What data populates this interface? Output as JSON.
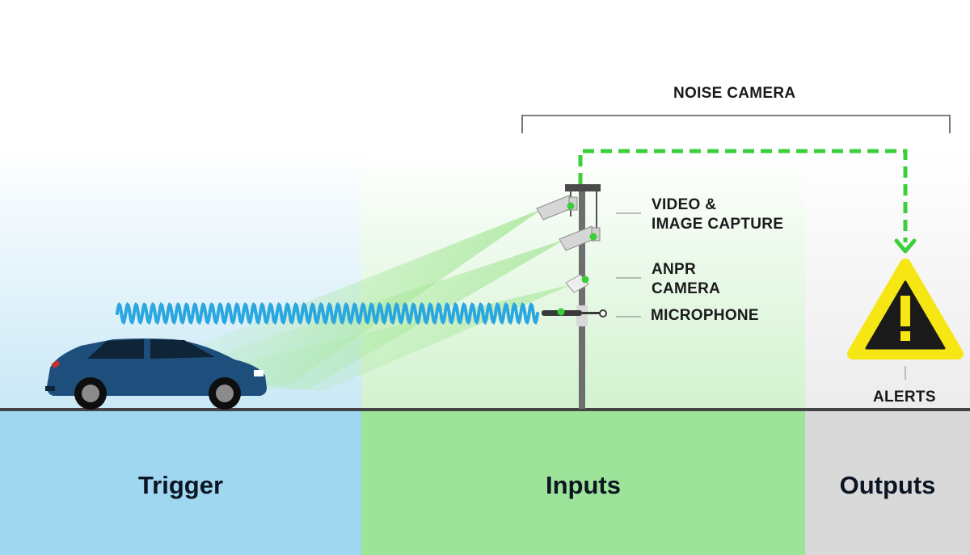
{
  "bracket_title": "NOISE CAMERA",
  "components": {
    "video_line1": "VIDEO &",
    "video_line2": "IMAGE CAPTURE",
    "anpr_line1": "ANPR",
    "anpr_line2": "CAMERA",
    "microphone": "MICROPHONE"
  },
  "alerts_label": "ALERTS",
  "sections": {
    "trigger": "Trigger",
    "inputs": "Inputs",
    "outputs": "Outputs"
  },
  "colors": {
    "trigger_band": "#9fd6f0",
    "inputs_band": "#9de39a",
    "outputs_band": "#d9d9d9",
    "accent_green": "#3ccf3c",
    "sound_wave": "#2aa7e0",
    "car_body": "#1e4f7c",
    "warning_yellow": "#f5e614"
  },
  "icons": [
    "car-icon",
    "sound-wave-icon",
    "camera-icon",
    "microphone-icon",
    "warning-icon",
    "arrow-down-icon"
  ]
}
